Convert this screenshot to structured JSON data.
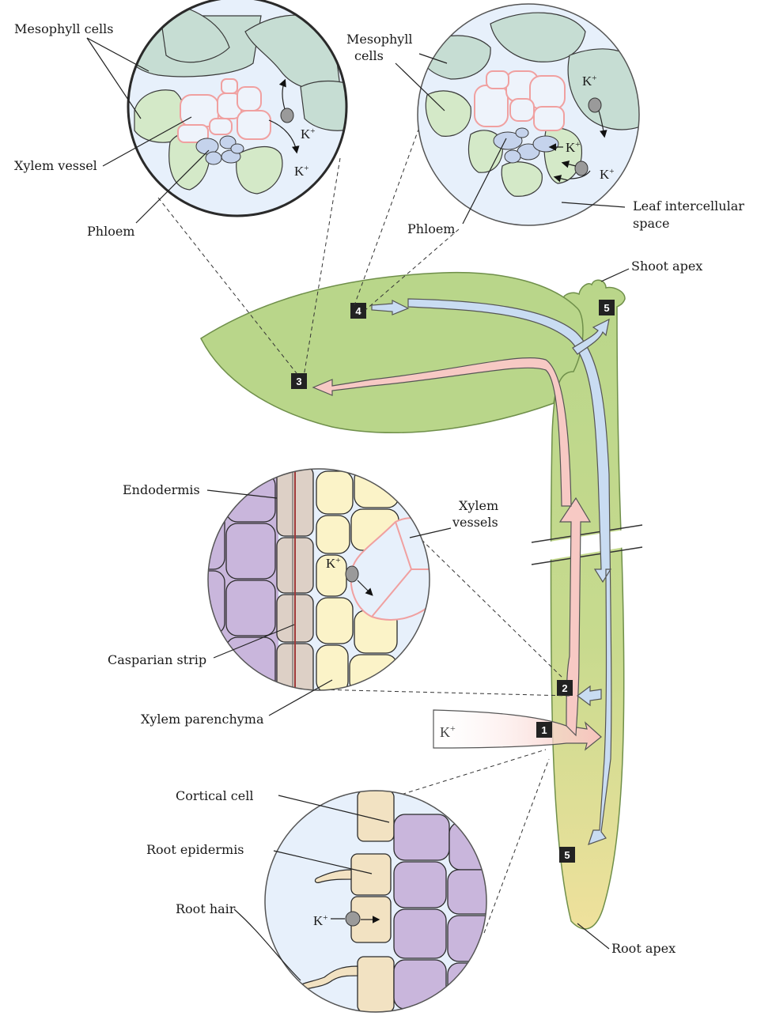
{
  "labels": {
    "mesophyll_cells_left": "Mesophyll cells",
    "mesophyll_cells_right_1": "Mesophyll",
    "mesophyll_cells_right_2": "cells",
    "xylem_vessel": "Xylem vessel",
    "phloem_left": "Phloem",
    "phloem_right": "Phloem",
    "leaf_intercellular_1": "Leaf intercellular",
    "leaf_intercellular_2": "space",
    "shoot_apex": "Shoot apex",
    "endodermis": "Endodermis",
    "xylem_vessels_1": "Xylem",
    "xylem_vessels_2": "vessels",
    "casparian_strip": "Casparian strip",
    "xylem_parenchyma": "Xylem parenchyma",
    "cortical_cell": "Cortical cell",
    "root_epidermis": "Root epidermis",
    "root_hair": "Root hair",
    "root_apex": "Root apex"
  },
  "ion": {
    "k": "K",
    "plus": "+"
  },
  "steps": {
    "s1": "1",
    "s2": "2",
    "s3": "3",
    "s4": "4",
    "s5_shoot": "5",
    "s5_root": "5"
  },
  "colors": {
    "mesophyll": "#c6ddd3",
    "mesophyll_light": "#d4e9c8",
    "phloem": "#c5d3ec",
    "xylem_outline": "#f0a0a0",
    "circle_bg": "#e7f0fb",
    "plant_green": "#b9d68a",
    "root_yellow": "#eee29a",
    "xylem_flow": "#f7c9c4",
    "phloem_flow": "#c9dcf2",
    "cortex": "#c9b6dc",
    "endodermis": "#ddd0c6",
    "parenchyma": "#fbf3c8",
    "epidermis": "#f2e2c2"
  }
}
